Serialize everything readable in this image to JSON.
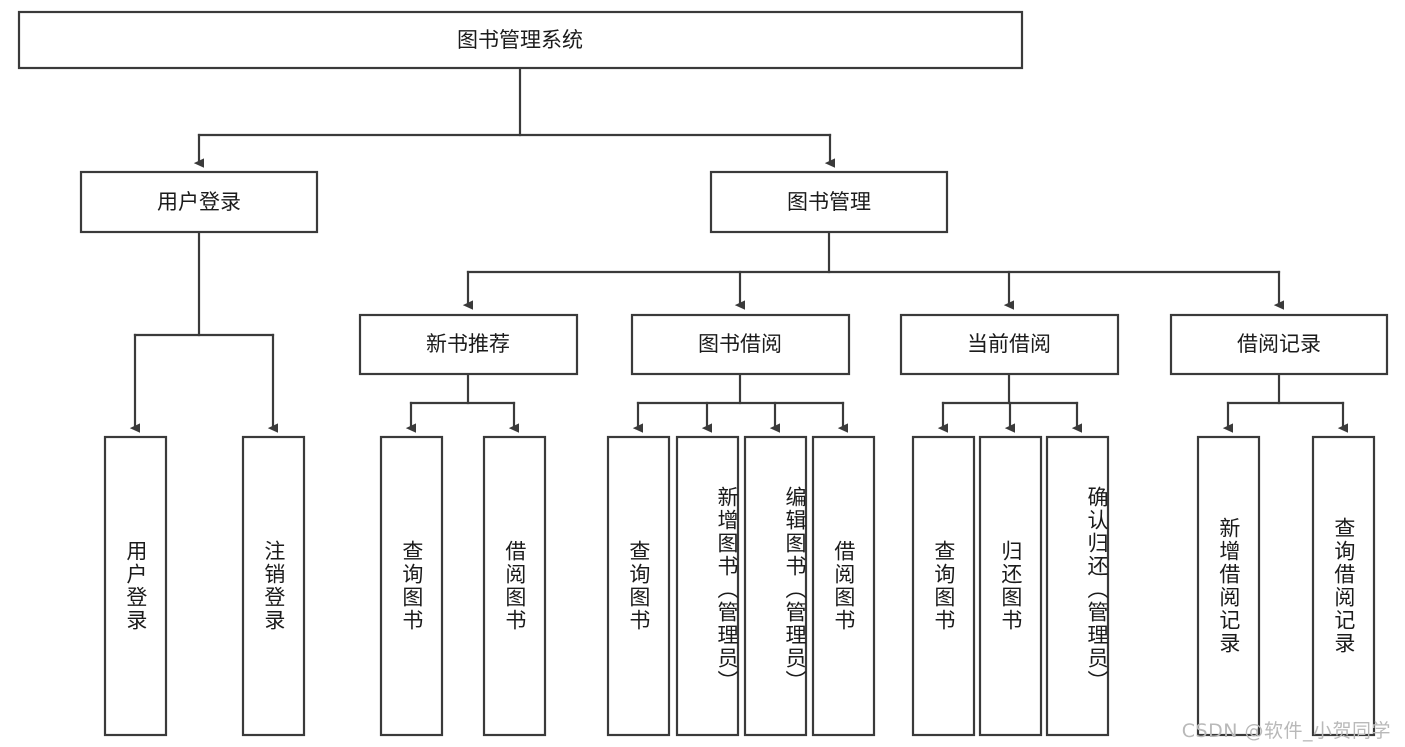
{
  "diagram": {
    "title": "图书管理系统",
    "type": "tree",
    "watermark": "CSDN @软件_小贺同学",
    "colors": {
      "box_stroke": "#3a3a3a",
      "box_fill": "#ffffff",
      "text": "#1b1b1b",
      "connector": "#3a3a3a",
      "watermark": "#b9b9b9",
      "background": "#ffffff"
    },
    "root": {
      "label": "图书管理系统"
    },
    "level2": [
      {
        "label": "用户登录"
      },
      {
        "label": "图书管理"
      }
    ],
    "level3": [
      {
        "label": "新书推荐"
      },
      {
        "label": "图书借阅"
      },
      {
        "label": "当前借阅"
      },
      {
        "label": "借阅记录"
      }
    ],
    "leaves": {
      "user_login": [
        {
          "label": "用户登录"
        },
        {
          "label": "注销登录"
        }
      ],
      "new_book_recommend": [
        {
          "label": "查询图书"
        },
        {
          "label": "借阅图书"
        }
      ],
      "book_borrow": [
        {
          "label": "查询图书"
        },
        {
          "label": "新增图书（管理员）"
        },
        {
          "label": "编辑图书（管理员）"
        },
        {
          "label": "借阅图书"
        }
      ],
      "current_borrow": [
        {
          "label": "查询图书"
        },
        {
          "label": "归还图书"
        },
        {
          "label": "确认归还（管理员）"
        }
      ],
      "borrow_record": [
        {
          "label": "新增借阅记录"
        },
        {
          "label": "查询借阅记录"
        }
      ]
    }
  }
}
